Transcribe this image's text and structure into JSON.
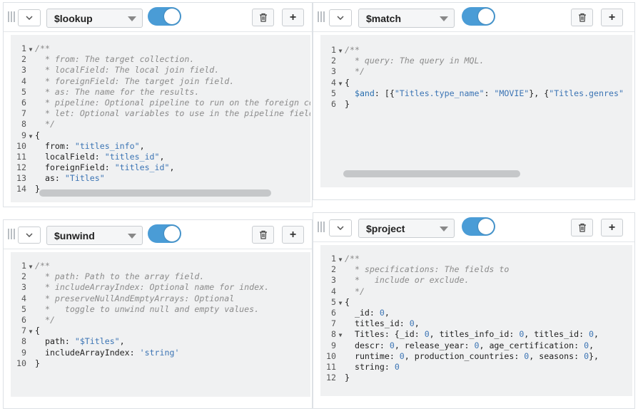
{
  "colors": {
    "toggle_on": "#4a9cd6",
    "comment": "#8b8b8b",
    "string": "#3b74b4",
    "editor_bg": "#f0f1f2"
  },
  "icons": {
    "drag": "drag-handle-icon",
    "collapse": "chevron-down-icon",
    "delete": "trash-icon",
    "add": "plus-icon"
  },
  "stages": {
    "lookup": {
      "operator": "$lookup",
      "enabled": true,
      "add_label": "+",
      "lines": [
        {
          "n": "1",
          "fold": "▼",
          "segs": [
            {
              "t": "/**",
              "c": "cm"
            }
          ]
        },
        {
          "n": "2",
          "fold": "",
          "segs": [
            {
              "t": "  * from: The target collection.",
              "c": "cm"
            }
          ]
        },
        {
          "n": "3",
          "fold": "",
          "segs": [
            {
              "t": "  * localField: The local join field.",
              "c": "cm"
            }
          ]
        },
        {
          "n": "4",
          "fold": "",
          "segs": [
            {
              "t": "  * foreignField: The target join field.",
              "c": "cm"
            }
          ]
        },
        {
          "n": "5",
          "fold": "",
          "segs": [
            {
              "t": "  * as: The name for the results.",
              "c": "cm"
            }
          ]
        },
        {
          "n": "6",
          "fold": "",
          "segs": [
            {
              "t": "  * pipeline: Optional pipeline to run on the foreign co",
              "c": "cm"
            }
          ]
        },
        {
          "n": "7",
          "fold": "",
          "segs": [
            {
              "t": "  * let: Optional variables to use in the pipeline field",
              "c": "cm"
            }
          ]
        },
        {
          "n": "8",
          "fold": "",
          "segs": [
            {
              "t": "  */",
              "c": "cm"
            }
          ]
        },
        {
          "n": "9",
          "fold": "▼",
          "segs": [
            {
              "t": "{",
              "c": "txt"
            }
          ]
        },
        {
          "n": "10",
          "fold": "",
          "segs": [
            {
              "t": "  from: ",
              "c": "txt"
            },
            {
              "t": "\"titles_info\"",
              "c": "str"
            },
            {
              "t": ",",
              "c": "txt"
            }
          ]
        },
        {
          "n": "11",
          "fold": "",
          "segs": [
            {
              "t": "  localField: ",
              "c": "txt"
            },
            {
              "t": "\"titles_id\"",
              "c": "str"
            },
            {
              "t": ",",
              "c": "txt"
            }
          ]
        },
        {
          "n": "12",
          "fold": "",
          "segs": [
            {
              "t": "  foreignField: ",
              "c": "txt"
            },
            {
              "t": "\"titles_id\"",
              "c": "str"
            },
            {
              "t": ",",
              "c": "txt"
            }
          ]
        },
        {
          "n": "13",
          "fold": "",
          "segs": [
            {
              "t": "  as: ",
              "c": "txt"
            },
            {
              "t": "\"Titles\"",
              "c": "str"
            }
          ]
        },
        {
          "n": "14",
          "fold": "",
          "segs": [
            {
              "t": "}",
              "c": "txt"
            }
          ]
        }
      ]
    },
    "match": {
      "operator": "$match",
      "enabled": true,
      "add_label": "+",
      "lines": [
        {
          "n": "1",
          "fold": "▼",
          "segs": [
            {
              "t": "/**",
              "c": "cm"
            }
          ]
        },
        {
          "n": "2",
          "fold": "",
          "segs": [
            {
              "t": "  * query: The query in MQL.",
              "c": "cm"
            }
          ]
        },
        {
          "n": "3",
          "fold": "",
          "segs": [
            {
              "t": "  */",
              "c": "cm"
            }
          ]
        },
        {
          "n": "4",
          "fold": "▼",
          "segs": [
            {
              "t": "{",
              "c": "txt"
            }
          ]
        },
        {
          "n": "5",
          "fold": "",
          "segs": [
            {
              "t": "  $and",
              "c": "key-blue"
            },
            {
              "t": ": [{",
              "c": "txt"
            },
            {
              "t": "\"Titles.type_name\"",
              "c": "str"
            },
            {
              "t": ": ",
              "c": "txt"
            },
            {
              "t": "\"MOVIE\"",
              "c": "str"
            },
            {
              "t": "}, {",
              "c": "txt"
            },
            {
              "t": "\"Titles.genres\"",
              "c": "str"
            }
          ]
        },
        {
          "n": "6",
          "fold": "",
          "segs": [
            {
              "t": "}",
              "c": "txt"
            }
          ]
        }
      ]
    },
    "unwind": {
      "operator": "$unwind",
      "enabled": true,
      "add_label": "+",
      "lines": [
        {
          "n": "1",
          "fold": "▼",
          "segs": [
            {
              "t": "/**",
              "c": "cm"
            }
          ]
        },
        {
          "n": "2",
          "fold": "",
          "segs": [
            {
              "t": "  * path: Path to the array field.",
              "c": "cm"
            }
          ]
        },
        {
          "n": "3",
          "fold": "",
          "segs": [
            {
              "t": "  * includeArrayIndex: Optional name for index.",
              "c": "cm"
            }
          ]
        },
        {
          "n": "4",
          "fold": "",
          "segs": [
            {
              "t": "  * preserveNullAndEmptyArrays: Optional",
              "c": "cm"
            }
          ]
        },
        {
          "n": "5",
          "fold": "",
          "segs": [
            {
              "t": "  *   toggle to unwind null and empty values.",
              "c": "cm"
            }
          ]
        },
        {
          "n": "6",
          "fold": "",
          "segs": [
            {
              "t": "  */",
              "c": "cm"
            }
          ]
        },
        {
          "n": "7",
          "fold": "▼",
          "segs": [
            {
              "t": "{",
              "c": "txt"
            }
          ]
        },
        {
          "n": "8",
          "fold": "",
          "segs": [
            {
              "t": "  path: ",
              "c": "txt"
            },
            {
              "t": "\"$Titles\"",
              "c": "str"
            },
            {
              "t": ",",
              "c": "txt"
            }
          ]
        },
        {
          "n": "9",
          "fold": "",
          "segs": [
            {
              "t": "  includeArrayIndex: ",
              "c": "txt"
            },
            {
              "t": "'string'",
              "c": "str"
            }
          ]
        },
        {
          "n": "10",
          "fold": "",
          "segs": [
            {
              "t": "}",
              "c": "txt"
            }
          ]
        }
      ]
    },
    "project": {
      "operator": "$project",
      "enabled": true,
      "add_label": "+",
      "lines": [
        {
          "n": "1",
          "fold": "▼",
          "segs": [
            {
              "t": "/**",
              "c": "cm"
            }
          ]
        },
        {
          "n": "2",
          "fold": "",
          "segs": [
            {
              "t": "  * specifications: The fields to",
              "c": "cm"
            }
          ]
        },
        {
          "n": "3",
          "fold": "",
          "segs": [
            {
              "t": "  *   include or exclude.",
              "c": "cm"
            }
          ]
        },
        {
          "n": "4",
          "fold": "",
          "segs": [
            {
              "t": "  */",
              "c": "cm"
            }
          ]
        },
        {
          "n": "5",
          "fold": "▼",
          "segs": [
            {
              "t": "{",
              "c": "txt"
            }
          ]
        },
        {
          "n": "6",
          "fold": "",
          "segs": [
            {
              "t": "  _id: ",
              "c": "txt"
            },
            {
              "t": "0",
              "c": "num"
            },
            {
              "t": ",",
              "c": "txt"
            }
          ]
        },
        {
          "n": "7",
          "fold": "",
          "segs": [
            {
              "t": "  titles_id: ",
              "c": "txt"
            },
            {
              "t": "0",
              "c": "num"
            },
            {
              "t": ",",
              "c": "txt"
            }
          ]
        },
        {
          "n": "8",
          "fold": "▼",
          "segs": [
            {
              "t": "  Titles: {_id: ",
              "c": "txt"
            },
            {
              "t": "0",
              "c": "num"
            },
            {
              "t": ", titles_info_id: ",
              "c": "txt"
            },
            {
              "t": "0",
              "c": "num"
            },
            {
              "t": ", titles_id: ",
              "c": "txt"
            },
            {
              "t": "0",
              "c": "num"
            },
            {
              "t": ",",
              "c": "txt"
            }
          ]
        },
        {
          "n": "9",
          "fold": "",
          "segs": [
            {
              "t": "  descr: ",
              "c": "txt"
            },
            {
              "t": "0",
              "c": "num"
            },
            {
              "t": ", release_year: ",
              "c": "txt"
            },
            {
              "t": "0",
              "c": "num"
            },
            {
              "t": ", age_certification: ",
              "c": "txt"
            },
            {
              "t": "0",
              "c": "num"
            },
            {
              "t": ",",
              "c": "txt"
            }
          ]
        },
        {
          "n": "10",
          "fold": "",
          "segs": [
            {
              "t": "  runtime: ",
              "c": "txt"
            },
            {
              "t": "0",
              "c": "num"
            },
            {
              "t": ", production_countries: ",
              "c": "txt"
            },
            {
              "t": "0",
              "c": "num"
            },
            {
              "t": ", seasons: ",
              "c": "txt"
            },
            {
              "t": "0",
              "c": "num"
            },
            {
              "t": "},",
              "c": "txt"
            }
          ]
        },
        {
          "n": "11",
          "fold": "",
          "segs": [
            {
              "t": "  string: ",
              "c": "txt"
            },
            {
              "t": "0",
              "c": "num"
            }
          ]
        },
        {
          "n": "12",
          "fold": "",
          "segs": [
            {
              "t": "}",
              "c": "txt"
            }
          ]
        }
      ]
    }
  }
}
